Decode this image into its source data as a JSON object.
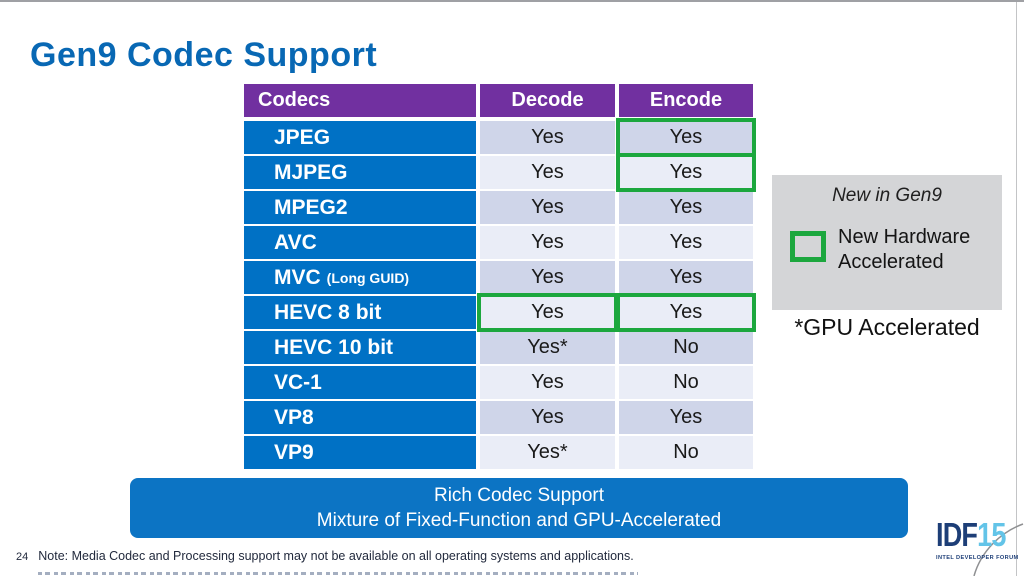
{
  "slide": {
    "title": "Gen9 Codec Support",
    "page_number": "24",
    "footnote": "Note: Media Codec and Processing support may not be available on all operating systems and applications."
  },
  "table": {
    "headers": [
      "Codecs",
      "Decode",
      "Encode"
    ],
    "rows": [
      {
        "codec": "JPEG",
        "suffix": "",
        "decode": "Yes",
        "encode": "Yes",
        "decode_boxed": false,
        "encode_boxed": true
      },
      {
        "codec": "MJPEG",
        "suffix": "",
        "decode": "Yes",
        "encode": "Yes",
        "decode_boxed": false,
        "encode_boxed": true
      },
      {
        "codec": "MPEG2",
        "suffix": "",
        "decode": "Yes",
        "encode": "Yes",
        "decode_boxed": false,
        "encode_boxed": false
      },
      {
        "codec": "AVC",
        "suffix": "",
        "decode": "Yes",
        "encode": "Yes",
        "decode_boxed": false,
        "encode_boxed": false
      },
      {
        "codec": "MVC",
        "suffix": "(Long GUID)",
        "decode": "Yes",
        "encode": "Yes",
        "decode_boxed": false,
        "encode_boxed": false
      },
      {
        "codec": "HEVC 8 bit",
        "suffix": "",
        "decode": "Yes",
        "encode": "Yes",
        "decode_boxed": true,
        "encode_boxed": true
      },
      {
        "codec": "HEVC 10 bit",
        "suffix": "",
        "decode": "Yes*",
        "encode": "No",
        "decode_boxed": false,
        "encode_boxed": false
      },
      {
        "codec": "VC-1",
        "suffix": "",
        "decode": "Yes",
        "encode": "No",
        "decode_boxed": false,
        "encode_boxed": false
      },
      {
        "codec": "VP8",
        "suffix": "",
        "decode": "Yes",
        "encode": "Yes",
        "decode_boxed": false,
        "encode_boxed": false
      },
      {
        "codec": "VP9",
        "suffix": "",
        "decode": "Yes*",
        "encode": "No",
        "decode_boxed": false,
        "encode_boxed": false
      }
    ]
  },
  "legend": {
    "title": "New in Gen9",
    "item_label": "New Hardware Accelerated",
    "footnote": "*GPU Accelerated"
  },
  "banner": {
    "line1": "Rich Codec Support",
    "line2": "Mixture of Fixed-Function and GPU-Accelerated"
  },
  "logo": {
    "name": "IDF",
    "year": "15",
    "tagline": "INTEL DEVELOPER FORUM"
  },
  "colors": {
    "title_blue": "#0868b4",
    "codec_cell_blue": "#0071c5",
    "header_purple": "#7130a0",
    "highlight_green": "#1ca73e",
    "row_light": "#eaedf7",
    "row_dark": "#cfd5e9",
    "banner_blue": "#0c74c4",
    "legend_gray": "#d4d5d7",
    "logo_navy": "#1d3e77",
    "logo_cyan": "#63c4e8"
  }
}
